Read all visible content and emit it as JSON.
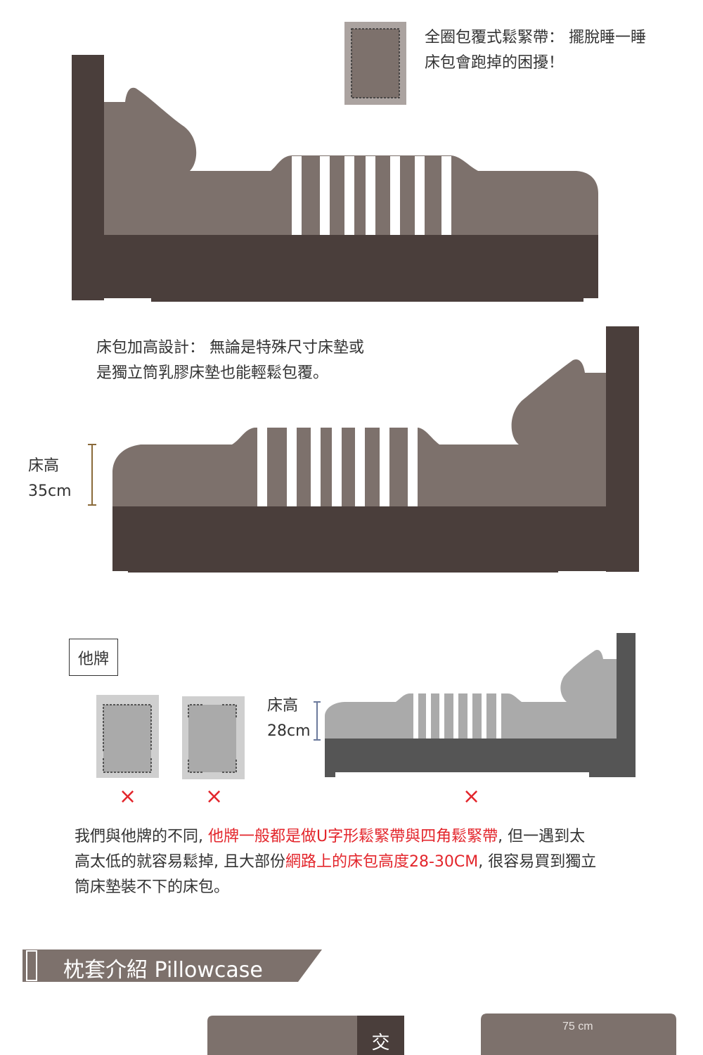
{
  "section1": {
    "caption_line1": "全圈包覆式鬆緊帶： 擺脫睡一睡",
    "caption_line2": "床包會跑掉的困擾！"
  },
  "section2": {
    "caption_line1": "床包加高設計： 無論是特殊尺寸床墊或",
    "caption_line2": "是獨立筒乳膠床墊也能輕鬆包覆。",
    "height_label": "床高",
    "height_value": "35cm"
  },
  "section3": {
    "tag": "他牌",
    "height_label": "床高",
    "height_value": "28cm",
    "mark": "×"
  },
  "comparison": {
    "line1_a": "我們與他牌的不同, ",
    "line1_red": "他牌一般都是做U字形鬆緊帶與四角鬆緊帶",
    "line1_b": ", 但一遇到太",
    "line2_a": "高太低的就容易鬆掉, 且大部份",
    "line2_red": "網路上的床包高度28-30CM",
    "line2_b": ", 很容易買到獨立",
    "line3": "筒床墊裝不下的床包。"
  },
  "pillow_section": {
    "title": "枕套介紹   Pillowcase",
    "card_left_char": "交",
    "card_right_label": "75 cm"
  },
  "colors": {
    "headboard": "#4a3e3b",
    "sheet": "#7d716c",
    "other_brand_dark": "#555555",
    "other_brand_light": "#aaaaaa",
    "accent_red": "#e3262c",
    "gold": "#8a6a3a",
    "blue": "#6c7a9c"
  }
}
